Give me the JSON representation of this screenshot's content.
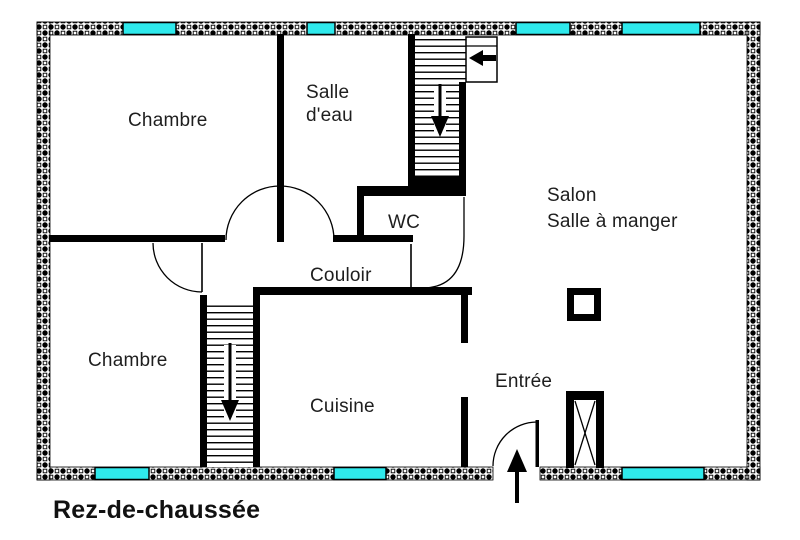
{
  "colors": {
    "window": "#2FE9EC",
    "wall_line": "#000000",
    "text": "#1e1e1e"
  },
  "rooms": {
    "chambre_top": {
      "label": "Chambre"
    },
    "salle_eau": {
      "label": "Salle\nd'eau"
    },
    "wc": {
      "label": "WC"
    },
    "couloir": {
      "label": "Couloir"
    },
    "salon": {
      "label": "Salon\nSalle à manger"
    },
    "chambre_bottom": {
      "label": "Chambre"
    },
    "cuisine": {
      "label": "Cuisine"
    },
    "entree": {
      "label": "Entrée"
    }
  },
  "title": {
    "label": "Rez-de-chaussée"
  }
}
